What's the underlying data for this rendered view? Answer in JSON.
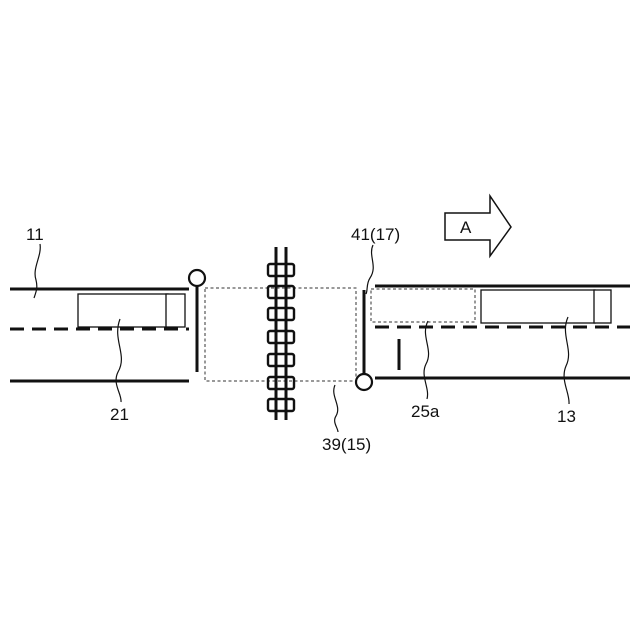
{
  "labels": {
    "road_left": "11",
    "road_right": "13",
    "vehicle_left": "21",
    "vehicle_ghost": "25a",
    "crossing_area": "39(15)",
    "gate_right": "41(17)",
    "direction": "A"
  }
}
